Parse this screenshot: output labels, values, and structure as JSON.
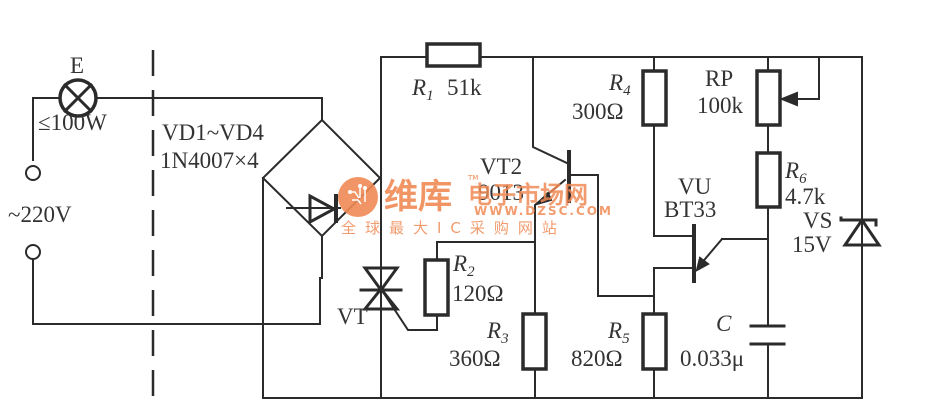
{
  "diagram": {
    "type": "circuit-schematic",
    "supply": {
      "label": "~220V"
    },
    "lamp": {
      "ref": "E",
      "rating": "≤100W"
    },
    "bridge": {
      "ref": "VD1~VD4",
      "part": "1N4007×4"
    },
    "components": {
      "r1": {
        "ref": "R",
        "sub": "1",
        "value": "51k"
      },
      "r2": {
        "ref": "R",
        "sub": "2",
        "value": "120Ω"
      },
      "r3": {
        "ref": "R",
        "sub": "3",
        "value": "360Ω"
      },
      "r4": {
        "ref": "R",
        "sub": "4",
        "value": "300Ω"
      },
      "r5": {
        "ref": "R",
        "sub": "5",
        "value": "820Ω"
      },
      "r6": {
        "ref": "R",
        "sub": "6",
        "value": "4.7k"
      },
      "rp": {
        "ref": "RP",
        "value": "100k"
      },
      "vt": {
        "ref": "VT"
      },
      "vt2": {
        "ref": "VT2",
        "part": "9013"
      },
      "vu": {
        "ref": "VU",
        "part": "BT33"
      },
      "vs": {
        "ref": "VS",
        "value": "15V"
      },
      "c": {
        "ref": "C",
        "value": "0.033μ"
      }
    }
  },
  "watermark": {
    "brand": "维库",
    "tm": "TM",
    "tagline": "电子市场网",
    "url": "WWW.DZSC.COM",
    "slogan": "全球最大IC采购网站",
    "color": "#f08a55"
  }
}
